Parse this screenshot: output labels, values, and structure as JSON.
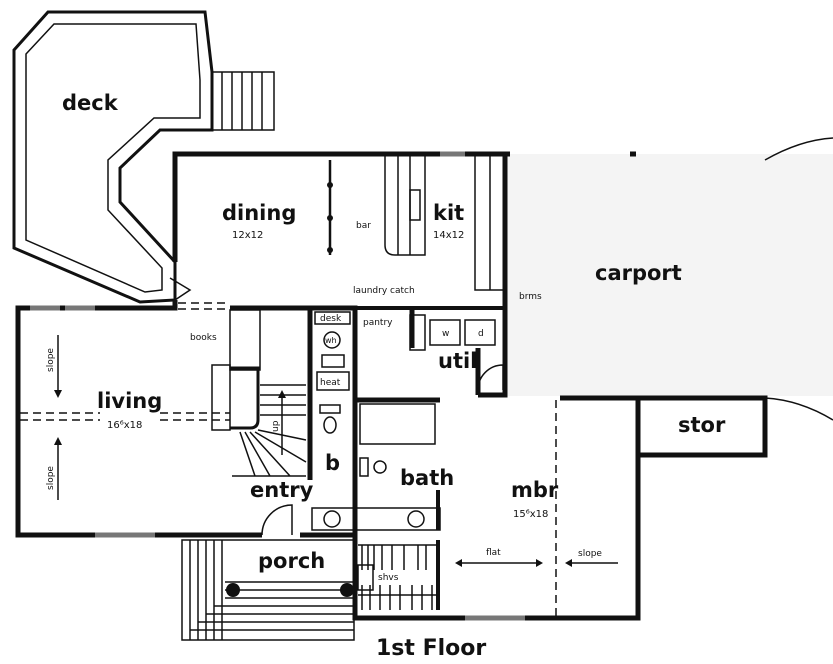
{
  "title": "1st Floor",
  "rooms": {
    "deck": {
      "label": "deck"
    },
    "dining": {
      "label": "dining",
      "size": "12x12"
    },
    "kitchen": {
      "label": "kit",
      "size": "14x12"
    },
    "carport": {
      "label": "carport"
    },
    "util": {
      "label": "util"
    },
    "living": {
      "label": "living",
      "size": "16⁶x18"
    },
    "b": {
      "label": "b"
    },
    "entry": {
      "label": "entry"
    },
    "bath": {
      "label": "bath"
    },
    "mbr": {
      "label": "mbr",
      "size": "15⁶x18"
    },
    "stor": {
      "label": "stor"
    },
    "porch": {
      "label": "porch"
    }
  },
  "notes": {
    "bar": "bar",
    "laundry_catch": "laundry catch",
    "brms": "brms",
    "pantry": "pantry",
    "washer": "w",
    "dryer": "d",
    "desk": "desk",
    "water_heater": "wh",
    "heat": "heat",
    "books": "books",
    "slope_upper": "slope",
    "slope_lower": "slope",
    "up": "up",
    "shvs": "shvs",
    "flat": "flat",
    "slope_mbr": "slope"
  }
}
